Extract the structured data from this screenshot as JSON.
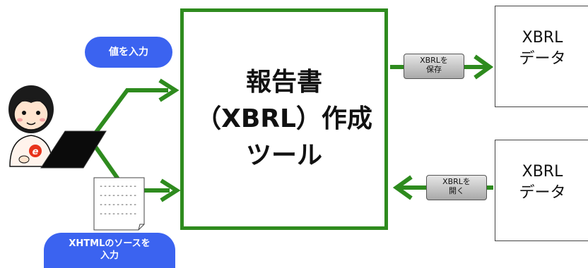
{
  "tool": {
    "line1": "報告書",
    "line2": "（XBRL）作成",
    "line3": "ツール"
  },
  "inputs": {
    "value_input": "値を入力",
    "xhtml_source_line1": "XHTMLのソースを",
    "xhtml_source_line2": "入力"
  },
  "tags": {
    "save_line1": "XBRLを",
    "save_line2": "保存",
    "open_line1": "XBRLを",
    "open_line2": "開く"
  },
  "data_docs": [
    {
      "line1": "XBRL",
      "line2": "データ"
    },
    {
      "line1": "XBRL",
      "line2": "データ"
    }
  ],
  "source_doc": {
    "dashes": [
      "---------",
      "---------",
      "---------",
      "---------"
    ]
  },
  "colors": {
    "arrow": "#2e8b1e",
    "pill": "#3b63f0",
    "tool_border": "#2e8b1e"
  },
  "icons": {
    "person": "woman-with-laptop-icon",
    "document": "document-icon"
  }
}
